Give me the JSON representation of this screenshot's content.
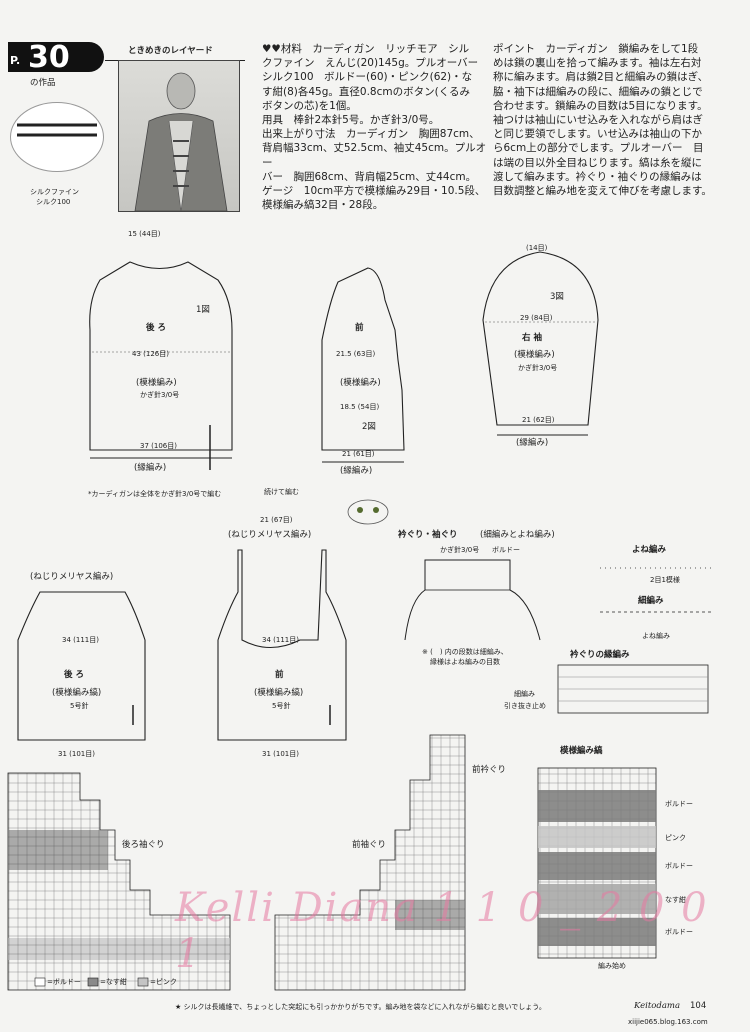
{
  "header": {
    "page_prefix": "P.",
    "pattern_no": "30",
    "work_label": "の作品",
    "title": "ときめきのレイヤード",
    "swatch_label_1": "シルクファイン",
    "swatch_label_2": "シルク100"
  },
  "materials": {
    "lines": [
      "♥♥材料　カーディガン　リッチモア　シル",
      "クファイン　えんじ(20)145g。プルオーバー",
      "シルク100　ボルドー(60)・ピンク(62)・な",
      "す紺(8)各45g。直径0.8cmのボタン(くるみ",
      "ボタンの芯)を1個。",
      "用具　棒針2本針5号。かぎ針3/0号。",
      "出来上がり寸法　カーディガン　胸囲87cm、",
      "背肩幅33cm、丈52.5cm、袖丈45cm。プルオー",
      "バー　胸囲68cm、背肩幅25cm、丈44cm。",
      "ゲージ　10cm平方で模様編み29目・10.5段、",
      "模様編み縞32目・28段。"
    ]
  },
  "points": {
    "lines": [
      "ポイント　カーディガン　鎖編みをして1段",
      "めは鎖の裏山を拾って編みます。袖は左右対",
      "称に編みます。肩は鎖2目と細編みの鎖はぎ、",
      "脇・袖下は細編みの段に、細編みの鎖とじで",
      "合わせます。鎖編みの目数は5目になります。",
      "袖つけは袖山にいせ込みを入れながら肩はぎ",
      "と同じ要領でします。いせ込みは袖山の下か",
      "ら6cm上の部分でします。プルオーバー　目",
      "は端の目以外全目ねじります。縞は糸を縦に",
      "渡して編みます。衿ぐり・袖ぐりの縁編みは",
      "目数調整と編み地を変えて伸びを考慮します。"
    ]
  },
  "diagrams": {
    "back_label": "後 ろ",
    "back_pattern": "(模様編み)",
    "back_hook": "かぎ針3/0号",
    "back_edge": "(縁編み)",
    "back_width": "43 (126目)",
    "back_hem": "37 (106目)",
    "back_top": "15 (44目)",
    "fig1": "1図",
    "front_label": "前",
    "front_pattern": "(模様編み)",
    "front_edge": "(縁編み)",
    "front_width": "21.5 (63目)",
    "front_mid": "18.5 (54目)",
    "front_hem": "21 (61目)",
    "fig2": "2図",
    "front_note": "続けて編む",
    "sleeve_label": "右 袖",
    "sleeve_pattern": "(模様編み)",
    "sleeve_hook": "かぎ針3/0号",
    "sleeve_edge": "(縁編み)",
    "sleeve_width": "29 (84目)",
    "sleeve_hem": "21 (62目)",
    "sleeve_top": "(14目)",
    "fig3": "3図",
    "cardigan_note": "*カーディガンは全体をかぎ針3/0号で編む",
    "po_back_label": "後 ろ",
    "po_back_pattern": "(模様編み縞)",
    "po_back_needle": "5号針",
    "po_back_rib": "(ねじりメリヤス編み)",
    "po_back_width": "31 (101目)",
    "po_back_mid": "34 (111目)",
    "po_front_label": "前",
    "po_front_pattern": "(模様編み縞)",
    "po_front_needle": "5号針",
    "po_front_rib": "(ねじりメリヤス編み)",
    "po_front_width": "31 (101目)",
    "po_front_mid": "34 (111目)",
    "po_top": "21 (67目)",
    "neck_title": "衿ぐり・袖ぐり",
    "neck_sub": "(細編みとよね編み)",
    "neck_hook": "かぎ針3/0号",
    "neck_color": "ボルドー",
    "neck_note_1": "※ (　) 内の段数は細編み、",
    "neck_note_2": "縁様はよね編みの目数",
    "yone_title": "よね編み",
    "yone_rep": "2目1模様",
    "hoso_title": "細編み",
    "yone_label": "よね編み",
    "edge_title": "衿ぐりの縁編み",
    "hoso_label": "細編み",
    "hikinuki": "引き抜き止め",
    "back_armhole": "後ろ袖ぐり",
    "front_armhole": "前袖ぐり",
    "front_neck": "前衿ぐり",
    "stripe_title": "模様編み縞",
    "stripe_colors": [
      "ボルドー",
      "ピンク",
      "ボルドー",
      "なす紺",
      "ボルドー"
    ],
    "start_label": "編み始め"
  },
  "legend": {
    "items": [
      "=ボルドー",
      "=なす紺",
      "=ピンク"
    ]
  },
  "footer": {
    "note": "★ シルクは長繊維で、ちょっとした突起にも引っかかりがちです。編み地を袋などに入れながら編むと良いでしょう。",
    "brand": "Keitodama",
    "page": "104",
    "credit": "xiijie065.blog.163.com",
    "watermark": "Kelli Diana 1 1 0 _ 2 0 0 1"
  },
  "colors": {
    "bordeaux": "#4a4a4a",
    "navy": "#8a8a8a",
    "pink": "#c8c8c8",
    "watermark": "#e678a0"
  }
}
